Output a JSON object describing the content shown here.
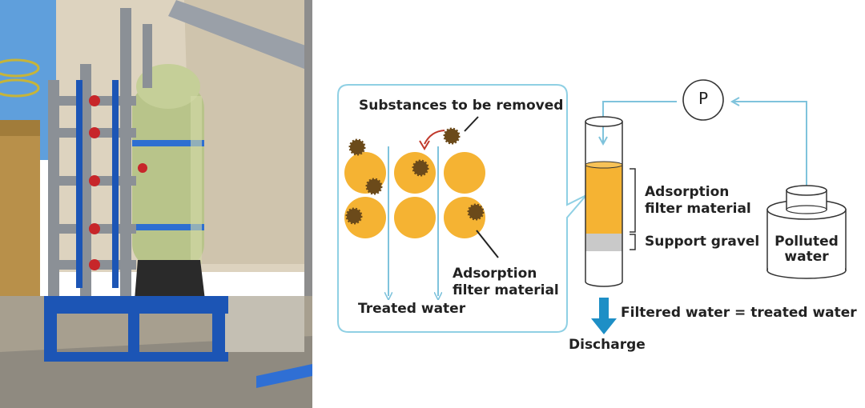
{
  "labels": {
    "substances": "Substances to be removed",
    "treated_water": "Treated water",
    "adsorption_left_1": "Adsorption",
    "adsorption_left_2": "filter material",
    "adsorption_right_1": "Adsorption",
    "adsorption_right_2": "filter material",
    "support_gravel": "Support gravel",
    "pump": "P",
    "polluted_1": "Polluted",
    "polluted_2": "water",
    "filtered": "Filtered water = treated water",
    "discharge": "Discharge"
  },
  "colors": {
    "flow_line": "#7fc3dc",
    "callout_border": "#8fd0e4",
    "filter_orange": "#f5b333",
    "gravel_gray": "#c9c9c9",
    "particle_brown": "#6b4a1a",
    "arrow_red": "#c0392b",
    "discharge_arrow": "#1e8fc6",
    "tank_green": "#b8c48a",
    "frame_blue": "#1c55b5"
  }
}
